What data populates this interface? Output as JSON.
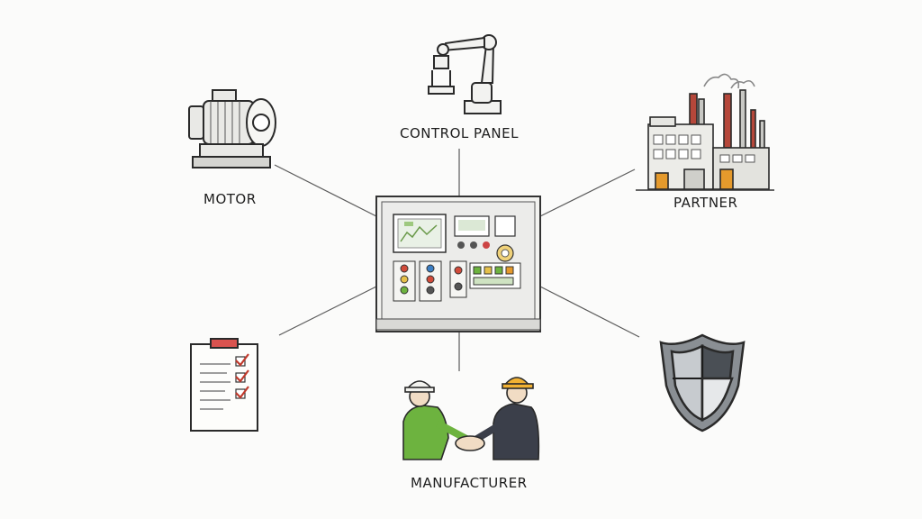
{
  "labels": {
    "motor": "MOTOR",
    "control_panel": "CONTROL PANEL",
    "partner": "PARTNER",
    "manufacturer": "MANUFACTURER"
  },
  "icons": {
    "motor": "electric-motor-icon",
    "robot_arm": "robot-arm-icon",
    "factory": "factory-icon",
    "control_cabinet": "control-cabinet-icon",
    "checklist": "checklist-clipboard-icon",
    "handshake": "handshake-workers-icon",
    "shield": "shield-icon"
  },
  "colors": {
    "line": "#555555",
    "ink": "#2a2a2a",
    "hardhat": "#f2b233",
    "worker_green": "#6db33f",
    "worker_dark": "#3b3f4a",
    "check_red": "#c0392b",
    "factory_orange": "#e59a2c",
    "factory_red": "#b5473a",
    "screen_green": "#9ec97f"
  }
}
